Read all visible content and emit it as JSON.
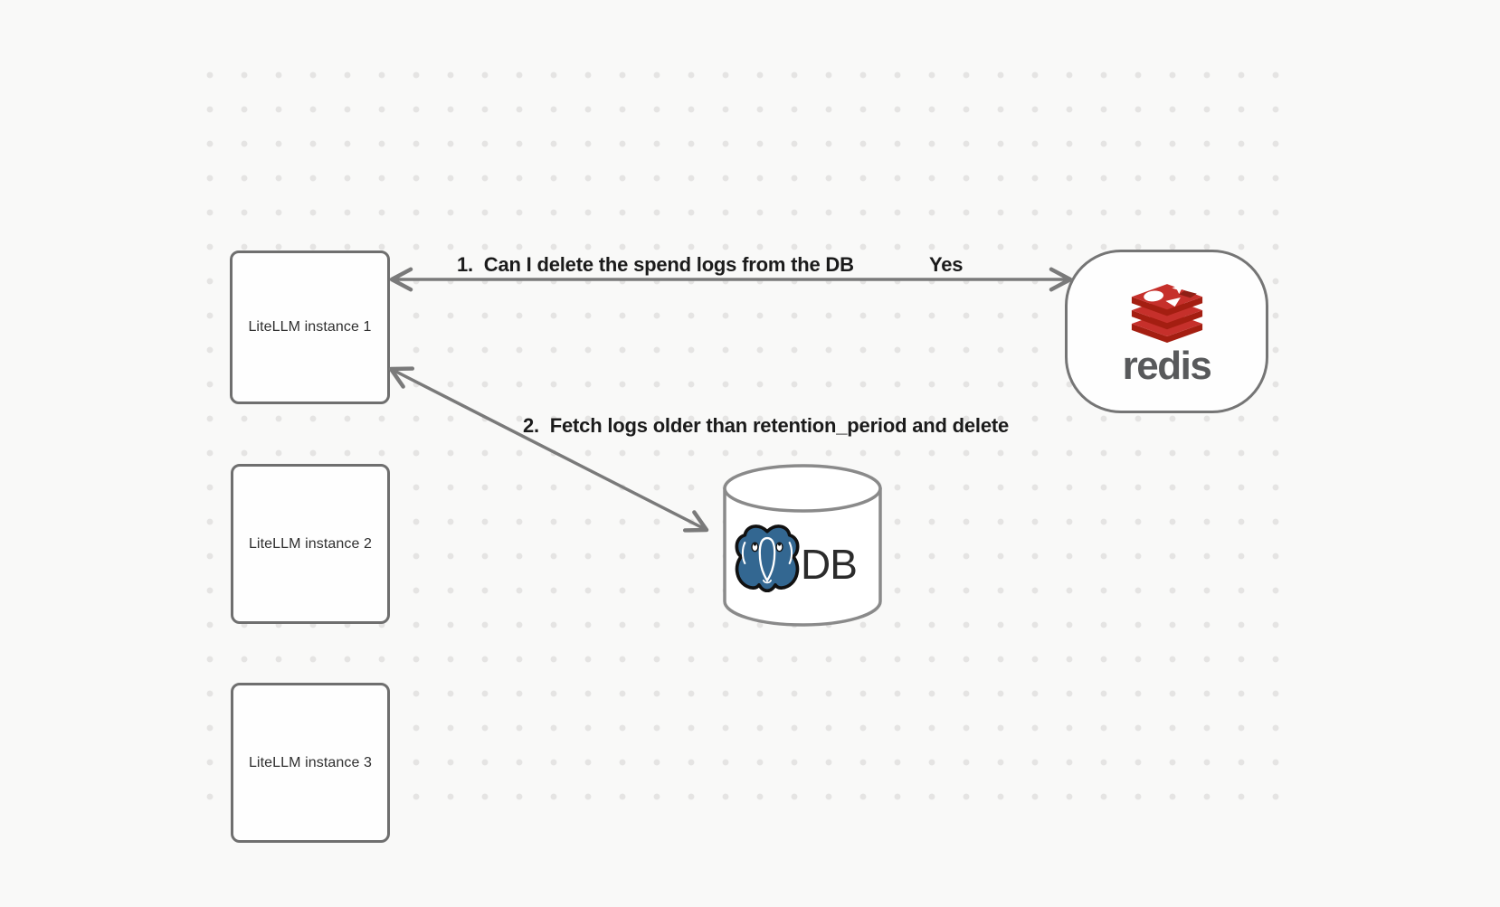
{
  "diagram": {
    "instances": [
      {
        "label": "LiteLLM instance 1"
      },
      {
        "label": "LiteLLM instance 2"
      },
      {
        "label": "LiteLLM instance 3"
      }
    ],
    "redis": {
      "wordmark": "redis"
    },
    "db": {
      "label": "DB"
    },
    "edges": {
      "step1_label": "1.  Can I delete the spend logs from the DB",
      "step1_answer": "Yes",
      "step2_label": "2.  Fetch logs older than retention_period and delete"
    },
    "colors": {
      "background": "#f9f9f8",
      "grid_dot": "#e5e4e3",
      "shape_stroke": "#6f6f6f",
      "arrow": "#7a7a7a",
      "edge_label_text": "#1b1b1b",
      "node_label_text": "#2f2f2f",
      "redis_red": "#c6302b",
      "redis_red_dark": "#a41e11",
      "redis_wordmark_gray": "#58595b",
      "postgres_blue": "#336791",
      "db_text": "#2b2b2b"
    }
  }
}
